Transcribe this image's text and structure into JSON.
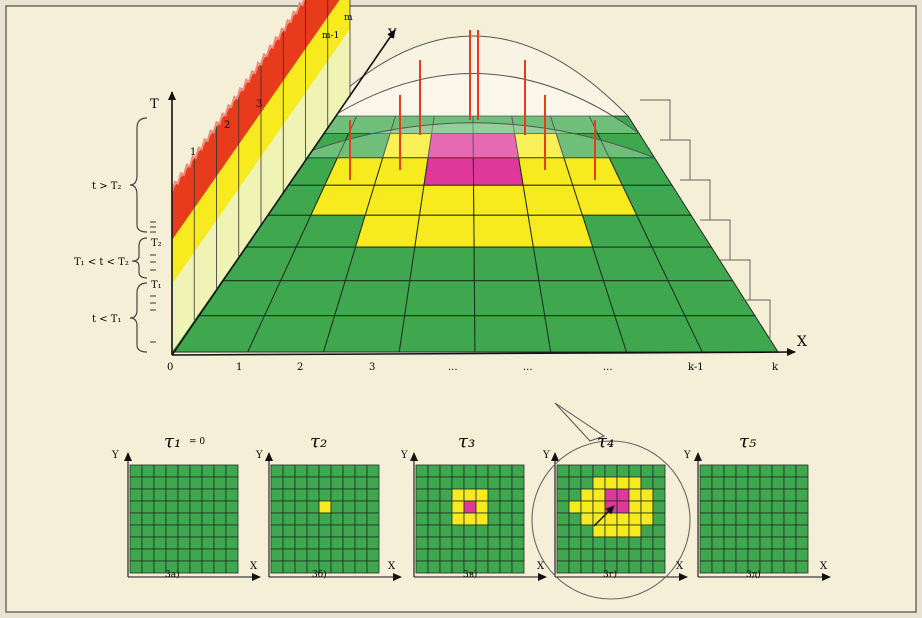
{
  "colors": {
    "background": "#f6efd8",
    "frame": "#6e6a60",
    "green": "#3fa84e",
    "yellow": "#f7ea1e",
    "magenta": "#e0379a",
    "red": "#e73b1c",
    "pale": "#eff3b4",
    "line": "#1f2e23"
  },
  "axes": {
    "t_label": "T",
    "y_label": "Y",
    "x_label": "X"
  },
  "row_labels": {
    "r1": "1",
    "r2": "2",
    "r3": "3",
    "rm1": "m-1",
    "rm": "m"
  },
  "x_ticks": {
    "x0": "0",
    "x1": "1",
    "x2": "2",
    "x3": "3",
    "d1": "...",
    "d2": "...",
    "d3": "...",
    "xk1": "k-1",
    "xk": "k"
  },
  "temperature_zones": {
    "upper": "t > T₂",
    "middle": "T₁ < t < T₂",
    "lower": "t < T₁",
    "level_t2": "T₂",
    "level_t1": "T₁"
  },
  "panels": {
    "p1": {
      "title": "τ₁",
      "title_extra": "= 0",
      "caption": "3а)",
      "y": "Y",
      "x": "X"
    },
    "p2": {
      "title": "τ₂",
      "caption": "3б)",
      "y": "Y",
      "x": "X"
    },
    "p3": {
      "title": "τ₃",
      "caption": "3в)",
      "y": "Y",
      "x": "X"
    },
    "p4": {
      "title": "τ₄",
      "caption": "3г)",
      "y": "Y",
      "x": "X"
    },
    "p5": {
      "title": "τ₅",
      "caption": "3д)",
      "y": "Y",
      "x": "X"
    }
  }
}
